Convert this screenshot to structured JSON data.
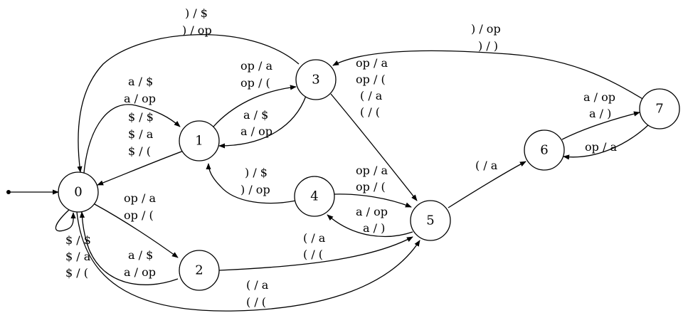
{
  "states": [
    {
      "id": "state-0",
      "label": "0"
    },
    {
      "id": "state-1",
      "label": "1"
    },
    {
      "id": "state-2",
      "label": "2"
    },
    {
      "id": "state-3",
      "label": "3"
    },
    {
      "id": "state-4",
      "label": "4"
    },
    {
      "id": "state-5",
      "label": "5"
    },
    {
      "id": "state-6",
      "label": "6"
    },
    {
      "id": "state-7",
      "label": "7"
    }
  ],
  "transitions": [
    {
      "id": "t3-0",
      "from": "3",
      "to": "0",
      "labels": [
        ") / $",
        ") / op"
      ]
    },
    {
      "id": "t0-1",
      "from": "0",
      "to": "1",
      "labels": [
        "a / $",
        "a / op"
      ]
    },
    {
      "id": "t1-0",
      "from": "1",
      "to": "0",
      "labels": [
        "$ / $",
        "$ / a",
        "$ / ("
      ]
    },
    {
      "id": "t1-3",
      "from": "1",
      "to": "3",
      "labels": [
        "op / a",
        "op / ("
      ]
    },
    {
      "id": "t3-1",
      "from": "3",
      "to": "1",
      "labels": [
        "a / $",
        "a / op"
      ]
    },
    {
      "id": "t3-5",
      "from": "3",
      "to": "5",
      "labels": [
        "op / a",
        "op / (",
        "( / a",
        "( / ("
      ]
    },
    {
      "id": "t7-3",
      "from": "7",
      "to": "3",
      "labels": [
        ") / op",
        ") / )"
      ]
    },
    {
      "id": "t6-7",
      "from": "6",
      "to": "7",
      "labels": [
        "a / op",
        "a / )"
      ]
    },
    {
      "id": "t7-6",
      "from": "7",
      "to": "6",
      "labels": [
        "op / a"
      ]
    },
    {
      "id": "t5-6",
      "from": "5",
      "to": "6",
      "labels": [
        "( / a"
      ]
    },
    {
      "id": "t4-1",
      "from": "4",
      "to": "1",
      "labels": [
        ") / $",
        ") / op"
      ]
    },
    {
      "id": "t4-5",
      "from": "4",
      "to": "5",
      "labels": [
        "op / a",
        "op / ("
      ]
    },
    {
      "id": "t5-4",
      "from": "5",
      "to": "4",
      "labels": [
        "a / op",
        "a / )"
      ]
    },
    {
      "id": "t0-2",
      "from": "0",
      "to": "2",
      "labels": [
        "op / a",
        "op / ("
      ]
    },
    {
      "id": "t2-0",
      "from": "2",
      "to": "0",
      "labels": [
        "a / $",
        "a / op"
      ]
    },
    {
      "id": "t2-5",
      "from": "2",
      "to": "5",
      "labels": [
        "( / a",
        "( / ("
      ]
    },
    {
      "id": "t0-5",
      "from": "0",
      "to": "5",
      "labels": [
        "( / a",
        "( / ("
      ]
    },
    {
      "id": "t0-0",
      "from": "0",
      "to": "0",
      "labels": [
        "$ / $",
        "$ / a",
        "$ / ("
      ]
    }
  ]
}
